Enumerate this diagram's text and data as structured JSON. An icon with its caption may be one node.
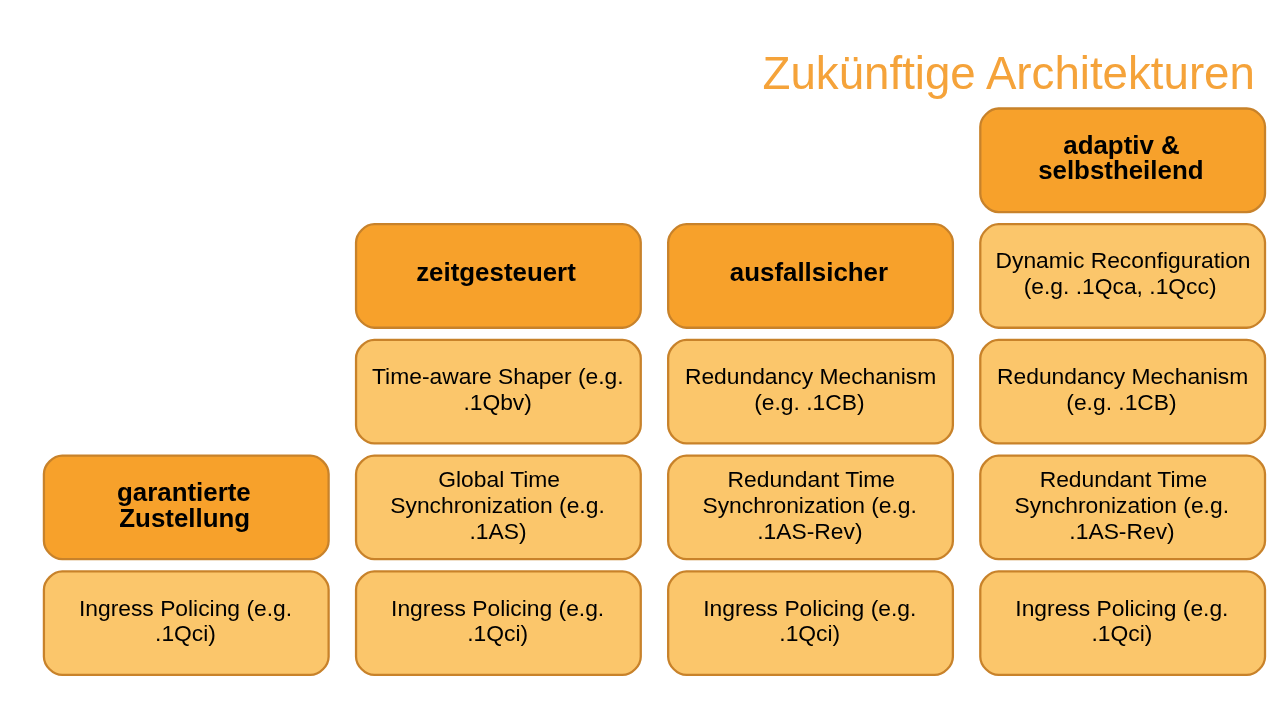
{
  "diagram": {
    "title": "Zukünftige Architekturen",
    "nodes": [
      {
        "text": [
          "garantierte Zustellung"
        ]
      },
      {
        "text": [
          "Ingress Policing (e.g. .1Qci)"
        ]
      },
      {
        "text": [
          "zeitgesteuert"
        ]
      },
      {
        "text": [
          "Time-aware Shaper (e.g. .1Qbv)"
        ]
      },
      {
        "text": [
          "Global Time Synchronization (e.g. .1AS)"
        ]
      },
      {
        "text": [
          "Ingress Policing (e.g. .1Qci)"
        ]
      },
      {
        "text": [
          "ausfallsicher"
        ]
      },
      {
        "text": [
          "Redundancy Mechanism (e.g. .1CB)"
        ]
      },
      {
        "text": [
          "Redundant Time Synchronization (e.g. .1AS-Rev)"
        ]
      },
      {
        "text": [
          "Ingress Policing (e.g. .1Qci)"
        ]
      },
      {
        "text": [
          "adaptiv & selbstheilend"
        ]
      },
      {
        "text": [
          "Dynamic Reconfiguration (e.g. .1Qca, .1Qcc)"
        ]
      },
      {
        "text": [
          "Redundancy Mechanism (e.g. .1CB)"
        ]
      },
      {
        "text": [
          "Redundant Time Synchronization (e.g. .1AS-Rev)"
        ]
      },
      {
        "text": [
          "Ingress Policing (e.g. .1Qci)"
        ]
      }
    ]
  }
}
